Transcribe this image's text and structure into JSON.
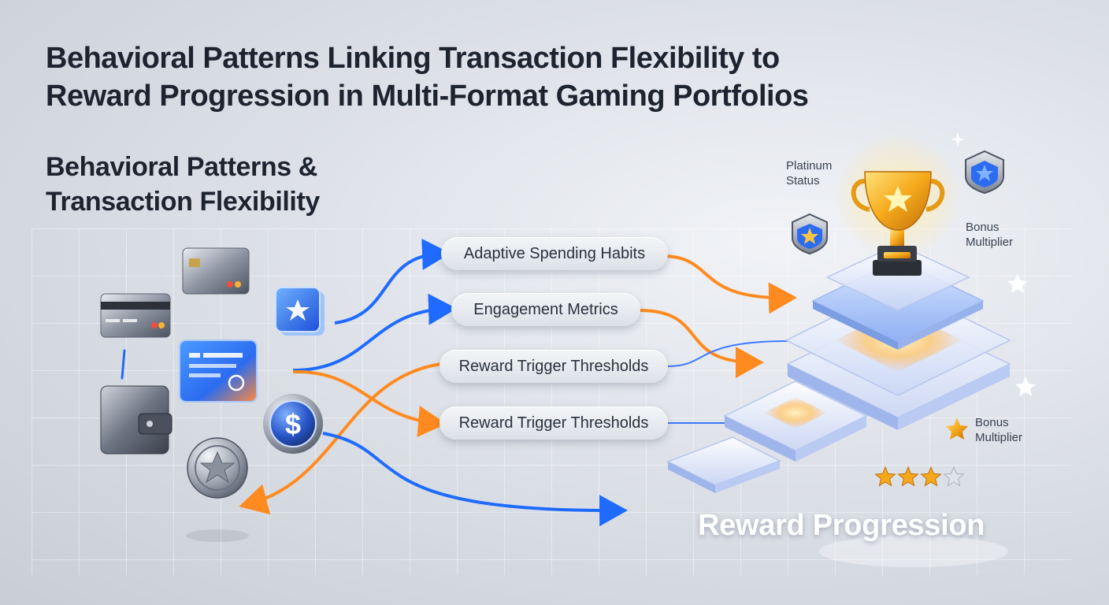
{
  "title": {
    "line1": "Behavioral Patterns Linking Transaction Flexibility to",
    "line2": "Reward Progression in Multi-Format Gaming Portfolios"
  },
  "subtitle": {
    "line1": "Behavioral Patterns &",
    "line2": "Transaction Flexibility"
  },
  "flow_labels": [
    "Adaptive Spending Habits",
    "Engagement Metrics",
    "Reward Trigger Thresholds",
    "Reward Trigger Thresholds"
  ],
  "reward_labels": {
    "platinum_line1": "Platinum",
    "platinum_line2": "Status",
    "bonus_top_line1": "Bonus",
    "bonus_top_line2": "Multiplier",
    "bonus_bottom_line1": "Bonus",
    "bonus_bottom_line2": "Multiplier"
  },
  "reward_title": "Reward Progression",
  "star_rating": {
    "filled": 3,
    "total": 4
  },
  "icons": [
    "card-icon",
    "card-icon",
    "wallet-icon",
    "digital-card-icon",
    "star-badge-icon",
    "dollar-coin-icon",
    "star-coin-icon",
    "trophy-icon",
    "shield-star-icon",
    "star-icon"
  ],
  "colors": {
    "blue": "#1f6bff",
    "orange": "#ff8a1f",
    "gold": "#f7b21a",
    "text": "#1d2430"
  }
}
